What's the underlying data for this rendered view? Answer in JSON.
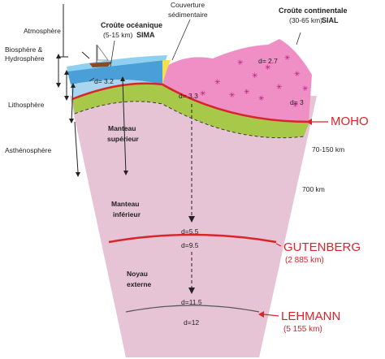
{
  "labels": {
    "atmosphere": "Atmosphère",
    "biosphere_1": "Biosphère &",
    "biosphere_2": "Hydrosphère",
    "lithosphere": "Lithosphère",
    "asthenosphere": "Asthénosphère",
    "sediment_1": "Couverture",
    "sediment_2": "sédimentaire",
    "oceanic_title": "Croûte océanique",
    "oceanic_sub_range": "(5-15 km)",
    "oceanic_sub_code": "SIMA",
    "continental_title": "Croûte continentale",
    "continental_sub_range": "(30-65 km)",
    "continental_sub_code": "SIAL",
    "upper_mantle_1": "Manteau",
    "upper_mantle_2": "supérieur",
    "lower_mantle_1": "Manteau",
    "lower_mantle_2": "inférieur",
    "outer_core_1": "Noyau",
    "outer_core_2": "externe"
  },
  "densities": {
    "ocean_crust": "d= 3.2",
    "continental_top": "d= 2.7",
    "continental_bottom": "d= 3",
    "upper_mantle": "d= 3.3",
    "lower_mantle_base": "d=5.5",
    "outer_core_top": "d=9.5",
    "outer_core_base": "d=11.5",
    "inner_core": "d=12"
  },
  "depths": {
    "asthenosphere_base": "70-150 km",
    "mantle_transition": "700 km"
  },
  "boundaries": {
    "moho": "MOHO",
    "gutenberg": "GUTENBERG",
    "gutenberg_depth": "(2 885 km)",
    "lehmann": "LEHMANN",
    "lehmann_depth": "(5 155 km)"
  },
  "colors": {
    "atmosphere_blue": "#4a9fd8",
    "ocean_crust": "#a9d6ee",
    "continental_crust": "#ef8fc6",
    "lithospheric_mantle": "#a8c84a",
    "asthenosphere": "#e6c4d6",
    "lower_mantle": "#c7a7b6",
    "outer_core": "#f2b062",
    "inner_core": "#f5c23c",
    "boundary_red": "#d8242a",
    "sediment": "#f4e04c"
  }
}
